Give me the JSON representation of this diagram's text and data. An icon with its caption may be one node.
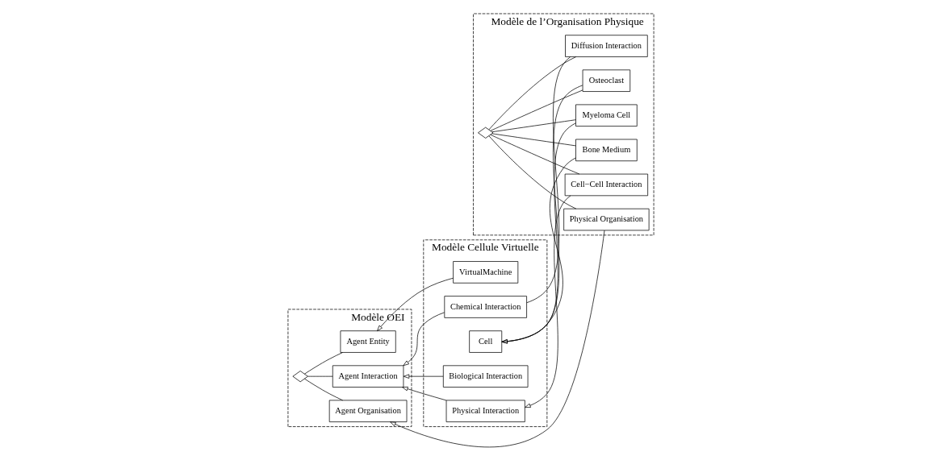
{
  "diagram": {
    "nodes": [
      {
        "text": [
          "Modèle OEI"
        ]
      },
      {
        "text": [
          "Modèle Cellule Virtuelle"
        ]
      },
      {
        "text": [
          "Modèle de l’Organisation Physique"
        ]
      },
      {
        "text": [
          "Agent Interaction"
        ],
        "in": 0
      },
      {
        "text": [
          "Agent Organisation"
        ],
        "in": 0
      },
      {
        "text": [],
        "shape": "diamond",
        "in": 0
      },
      {
        "text": [
          "Agent Entity"
        ],
        "in": 0
      },
      {
        "text": [
          "Biological Interaction"
        ],
        "in": 1
      },
      {
        "text": [
          "Chemical Interaction"
        ],
        "in": 1
      },
      {
        "text": [
          "Physical Interaction"
        ],
        "in": 1
      },
      {
        "text": [
          "VirtualMachine"
        ],
        "in": 1
      },
      {
        "text": [
          "Cell"
        ],
        "in": 1
      },
      {
        "text": [
          "Diffusion Interaction"
        ],
        "in": 2
      },
      {
        "text": [
          "Cell−Cell Interaction"
        ],
        "in": 2
      },
      {
        "text": [
          "Bone Medium"
        ],
        "in": 2
      },
      {
        "text": [
          "Osteoclast"
        ],
        "in": 2
      },
      {
        "text": [
          "Myeloma Cell"
        ],
        "in": 2
      },
      {
        "text": [],
        "shape": "diamond",
        "in": 2
      },
      {
        "text": [
          "Physical Organisation"
        ],
        "in": 2
      }
    ],
    "edges": [
      {
        "from": 7,
        "to": 3,
        "arrow": "to"
      },
      {
        "from": 8,
        "to": 3,
        "arrow": "to"
      },
      {
        "from": 9,
        "to": 3,
        "arrow": "to"
      },
      {
        "from": 3,
        "to": 5,
        "arrow": "none"
      },
      {
        "from": 4,
        "to": 5,
        "arrow": "none"
      },
      {
        "from": 6,
        "to": 5,
        "arrow": "none"
      },
      {
        "from": 12,
        "to": 8,
        "arrow": "none"
      },
      {
        "from": 13,
        "to": 9,
        "arrow": "to"
      },
      {
        "from": 10,
        "to": 6,
        "arrow": "to"
      },
      {
        "from": 14,
        "to": 11,
        "arrow": "none"
      },
      {
        "from": 15,
        "to": 11,
        "arrow": "to"
      },
      {
        "from": 16,
        "to": 11,
        "arrow": "to"
      },
      {
        "from": 12,
        "to": 17,
        "arrow": "none"
      },
      {
        "from": 13,
        "to": 17,
        "arrow": "none"
      },
      {
        "from": 14,
        "to": 17,
        "arrow": "none"
      },
      {
        "from": 15,
        "to": 17,
        "arrow": "none"
      },
      {
        "from": 16,
        "to": 17,
        "arrow": "none"
      },
      {
        "from": 18,
        "to": 17,
        "arrow": "none"
      },
      {
        "from": 18,
        "to": 4,
        "arrow": "to"
      }
    ]
  }
}
